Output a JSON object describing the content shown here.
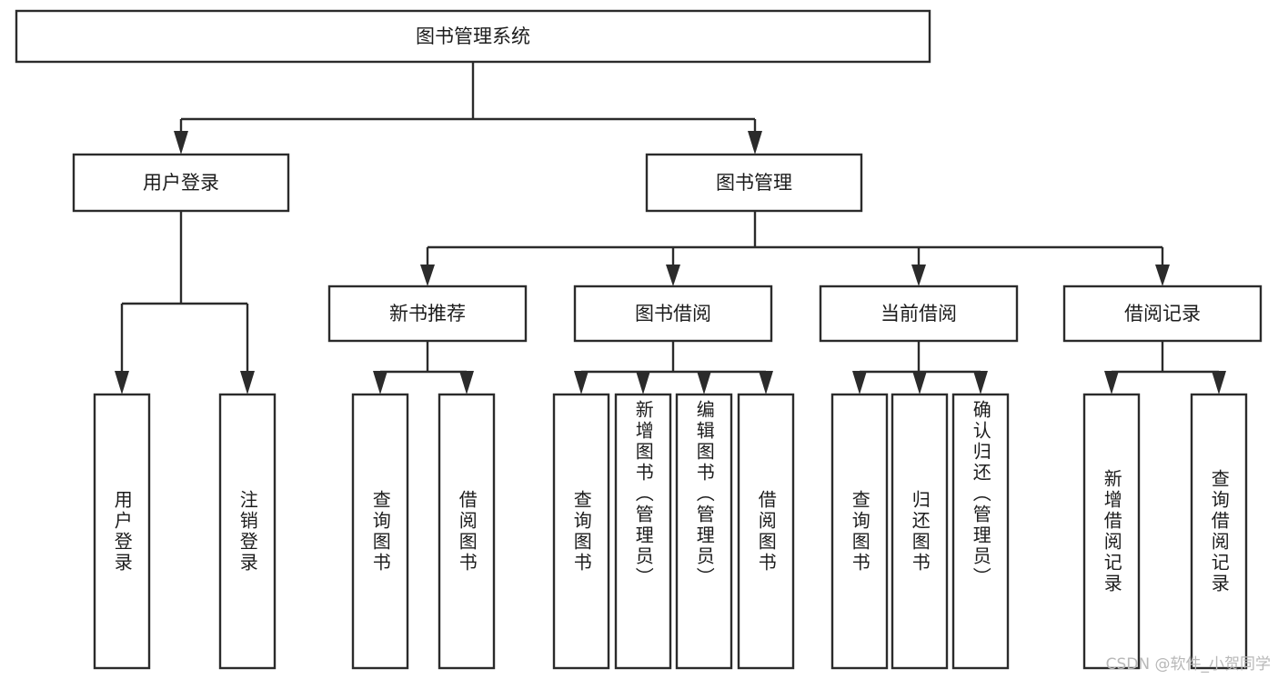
{
  "diagram": {
    "title": "图书管理系统",
    "type": "tree-hierarchy",
    "watermark": "CSDN @软件_小贺同学",
    "colors": {
      "stroke": "#2b2b2b",
      "box_fill": "#ffffff",
      "text": "#1c1c1c",
      "background": "#ffffff",
      "watermark": "#b8b8b8"
    },
    "root": {
      "label": "图书管理系统",
      "id": "root"
    },
    "level2": [
      {
        "id": "user-login",
        "label": "用户登录"
      },
      {
        "id": "book-manage",
        "label": "图书管理"
      }
    ],
    "level3": [
      {
        "id": "new-book-recommend",
        "label": "新书推荐",
        "parent": "book-manage"
      },
      {
        "id": "book-borrow",
        "label": "图书借阅",
        "parent": "book-manage"
      },
      {
        "id": "current-borrow",
        "label": "当前借阅",
        "parent": "book-manage"
      },
      {
        "id": "borrow-record",
        "label": "借阅记录",
        "parent": "book-manage"
      }
    ],
    "leaves": {
      "user-login": [
        {
          "id": "leaf-user-login",
          "label": "用户登录"
        },
        {
          "id": "leaf-logout",
          "label": "注销登录"
        }
      ],
      "new-book-recommend": [
        {
          "id": "leaf-query-book-1",
          "label": "查询图书"
        },
        {
          "id": "leaf-borrow-book-1",
          "label": "借阅图书"
        }
      ],
      "book-borrow": [
        {
          "id": "leaf-query-book-2",
          "label": "查询图书"
        },
        {
          "id": "leaf-add-book",
          "label": "新增图书（管理员）"
        },
        {
          "id": "leaf-edit-book",
          "label": "编辑图书（管理员）"
        },
        {
          "id": "leaf-borrow-book-2",
          "label": "借阅图书"
        }
      ],
      "current-borrow": [
        {
          "id": "leaf-query-book-3",
          "label": "查询图书"
        },
        {
          "id": "leaf-return-book",
          "label": "归还图书"
        },
        {
          "id": "leaf-confirm-return",
          "label": "确认归还（管理员）"
        }
      ],
      "borrow-record": [
        {
          "id": "leaf-add-record",
          "label": "新增借阅记录"
        },
        {
          "id": "leaf-query-record",
          "label": "查询借阅记录"
        }
      ]
    }
  }
}
